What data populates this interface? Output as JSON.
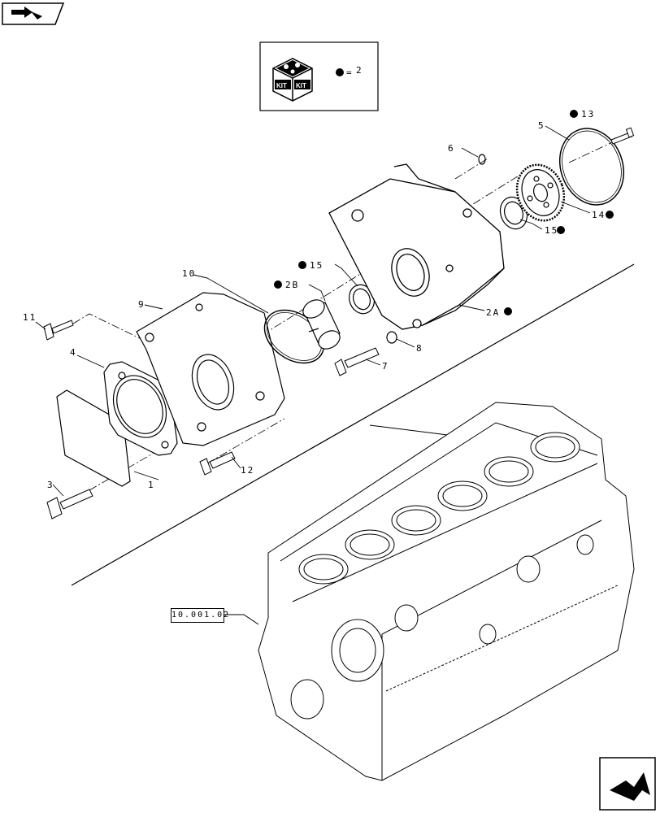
{
  "kit_legend": {
    "kit_text_1": "KIT",
    "kit_text_2": "KIT",
    "equals": "=",
    "value": "2"
  },
  "reference": {
    "code": "10.001.02"
  },
  "callouts": [
    {
      "id": "c1",
      "text": "1"
    },
    {
      "id": "c2A",
      "text": "2A"
    },
    {
      "id": "c2B",
      "text": "2B"
    },
    {
      "id": "c3",
      "text": "3"
    },
    {
      "id": "c4",
      "text": "4"
    },
    {
      "id": "c5",
      "text": "5"
    },
    {
      "id": "c6",
      "text": "6"
    },
    {
      "id": "c7",
      "text": "7"
    },
    {
      "id": "c8",
      "text": "8"
    },
    {
      "id": "c9",
      "text": "9"
    },
    {
      "id": "c10",
      "text": "10"
    },
    {
      "id": "c11",
      "text": "11"
    },
    {
      "id": "c12",
      "text": "12"
    },
    {
      "id": "c13",
      "text": "13"
    },
    {
      "id": "c14",
      "text": "14"
    },
    {
      "id": "c15a",
      "text": "15"
    },
    {
      "id": "c15b",
      "text": "15"
    }
  ]
}
